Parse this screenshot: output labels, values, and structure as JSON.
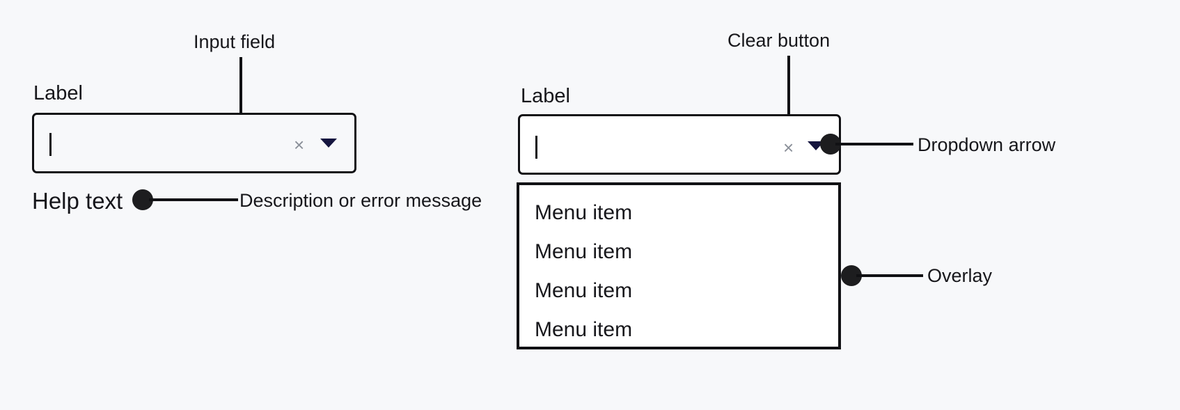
{
  "page": {
    "background_color": "#f7f8fa",
    "ink_color": "#111114",
    "accent_arrow_color": "#15153f",
    "muted_icon_color": "#8b9099"
  },
  "left_group": {
    "callout": {
      "label": "Input field"
    },
    "field": {
      "label": "Label",
      "value": "",
      "caret_visible": true,
      "clear_icon": "×",
      "dropdown_icon": "▼"
    },
    "help_row": {
      "help_label": "Help text",
      "annotation": "Description or error message"
    }
  },
  "right_group": {
    "callouts": {
      "clear_button": "Clear button",
      "dropdown_arrow": "Dropdown arrow",
      "overlay": "Overlay"
    },
    "field": {
      "label": "Label",
      "value": "",
      "caret_visible": true,
      "clear_icon": "×",
      "dropdown_icon": "▼"
    },
    "menu": {
      "items": [
        {
          "label": "Menu item"
        },
        {
          "label": "Menu item"
        },
        {
          "label": "Menu item"
        },
        {
          "label": "Menu item"
        }
      ]
    }
  }
}
